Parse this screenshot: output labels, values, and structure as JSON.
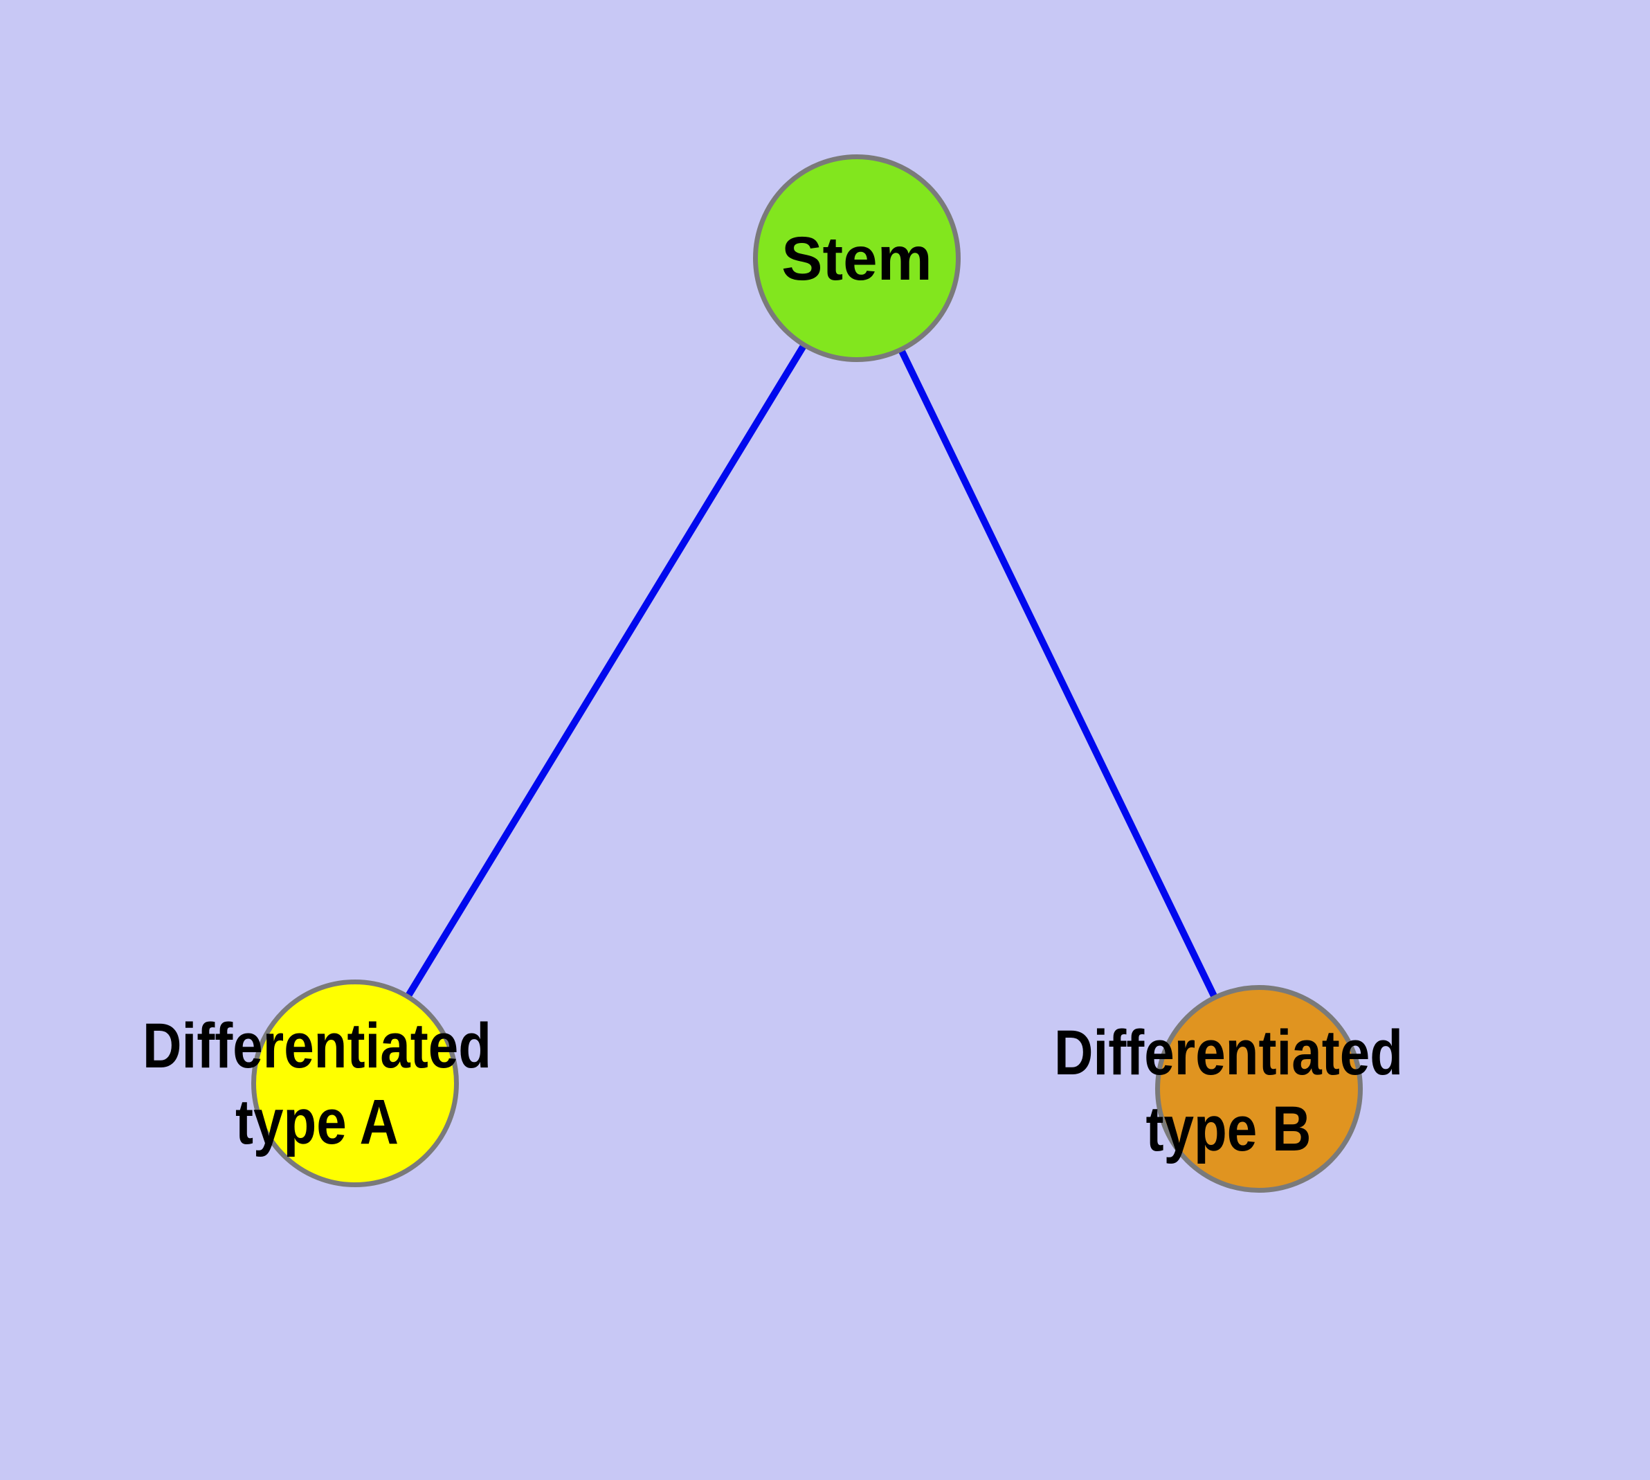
{
  "diagram": {
    "background_color": "#c8c8f5",
    "edge_color": "#0009ee",
    "node_border_color": "#7a7a7a",
    "label_color": "#000000",
    "nodes": {
      "stem": {
        "label": "Stem",
        "fill": "#82e61e"
      },
      "type_a": {
        "label_line1": "Differentiated",
        "label_line2": "type A",
        "fill": "#ffff00"
      },
      "type_b": {
        "label_line1": "Differentiated",
        "label_line2": "type B",
        "fill": "#e09420"
      }
    },
    "edges": [
      {
        "from": "Stem",
        "to": "Differentiated type A"
      },
      {
        "from": "Stem",
        "to": "Differentiated type B"
      }
    ]
  }
}
